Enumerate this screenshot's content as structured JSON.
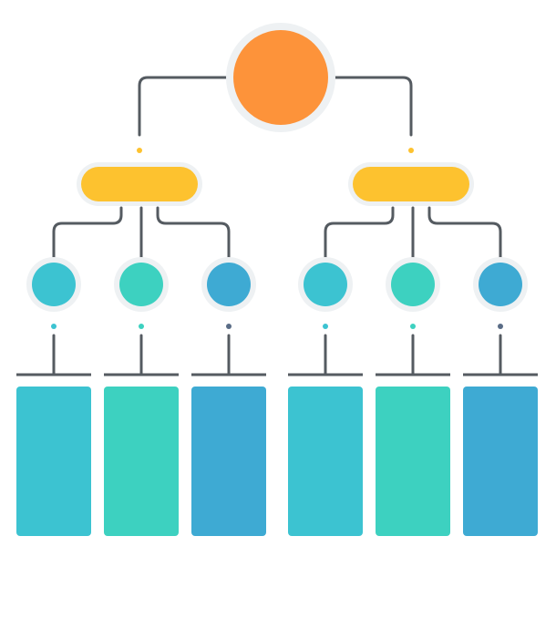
{
  "colors": {
    "root": "#FD933A",
    "pill": "#FDC22F",
    "cyan": "#3CC3D1",
    "teal": "#3DD1C0",
    "blue": "#3EAAD3",
    "connector": "#555B61",
    "halo": "#EEF1F3",
    "dot_dark": "#5A6C86"
  },
  "diagram": {
    "root": {
      "icon": "circle-node"
    },
    "branches": [
      {
        "pill": {
          "icon": "pill-node"
        },
        "children": [
          {
            "color": "cyan",
            "dot": "cyan"
          },
          {
            "color": "teal",
            "dot": "teal"
          },
          {
            "color": "blue",
            "dot": "dot_dark"
          }
        ]
      },
      {
        "pill": {
          "icon": "pill-node"
        },
        "children": [
          {
            "color": "cyan",
            "dot": "cyan"
          },
          {
            "color": "teal",
            "dot": "teal"
          },
          {
            "color": "blue",
            "dot": "dot_dark"
          }
        ]
      }
    ]
  }
}
